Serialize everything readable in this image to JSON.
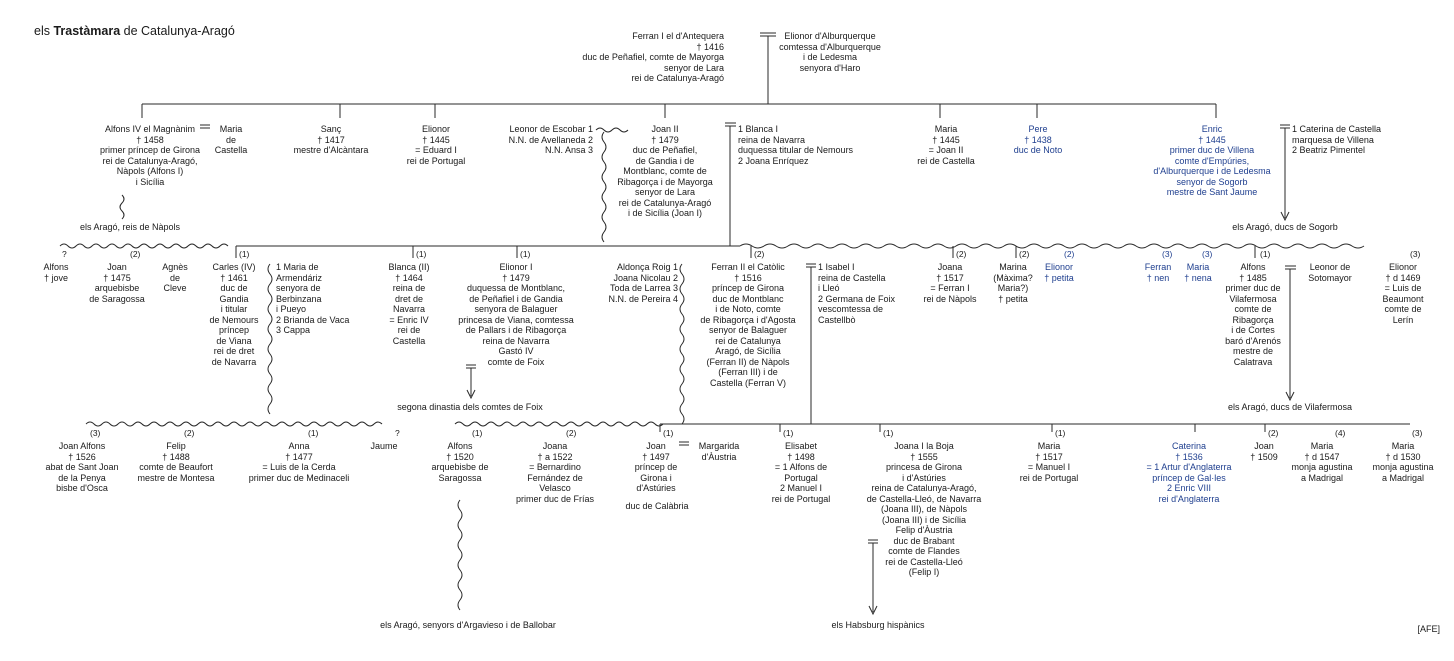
{
  "title": {
    "prefix": "els ",
    "bold": "Trastàmara",
    "suffix": " de Catalunya-Aragó"
  },
  "credit": "[AFE]",
  "gen1": {
    "ferran": "Ferran I el d'Antequera\n† 1416\nduc de Peñafiel, comte de Mayorga\nsenyor de Lara\nrei de Catalunya-Aragó",
    "elionor": "Elionor d'Alburquerque\ncomtessa d'Alburquerque\ni de Ledesma\nsenyora d'Haro"
  },
  "gen2": {
    "alfons": "Alfons IV el Magnànim\n† 1458\nprimer príncep de Girona\nrei de Catalunya-Aragó,\nNàpols (Alfons I)\ni Sicília",
    "maria_castella": "Maria\nde\nCastella",
    "sanc": "Sanç\n† 1417\nmestre d'Alcàntara",
    "elionor": "Elionor\n† 1445\n= Eduard I\nrei de Portugal",
    "leonor_escobar": "Leonor de Escobar 1\nN.N. de Avellaneda 2\nN.N. Ansa 3",
    "joan": "Joan II\n† 1479\nduc de Peñafiel,\nde Gandia i de\nMontblanc, comte de\nRibagorça i de Mayorga\nsenyor de Lara\nrei de Catalunya-Aragó\ni de Sicília (Joan I)",
    "blanca_joan": "1 Blanca I\nreina de Navarra\nduquessa titular de Nemours\n2 Joana Enríquez",
    "maria": "Maria\n† 1445\n= Joan II\nrei de Castella",
    "pere": "Pere\n† 1438\nduc de Noto",
    "enric": "Enric\n† 1445\nprimer duc de Villena\ncomte d'Empúries,\nd'Alburquerque i de Ledesma\nsenyor de Sogorb\nmestre de Sant Jaume",
    "enric_spouses": "1 Caterina de Castella\nmarquesa de Villena\n2 Beatriz Pimentel",
    "arago_napols": "els Aragó, reis de Nàpols",
    "arago_sogorb": "els Aragó, ducs de Sogorb"
  },
  "gen3": {
    "alfons_jove": "Alfons\n† jove",
    "joan_1475": "Joan\n† 1475\narquebisbe\nde Saragossa",
    "agnes": "Agnès\nde\nCleve",
    "carles": "Carles (IV)\n† 1461\nduc de\nGandia\ni titular\nde Nemours\npríncep\nde Viana\nrei de dret\nde Navarra",
    "carles_partners": "1 Maria de\nArmendáriz\nsenyora de\nBerbinzana\ni Pueyo\n2 Brianda de Vaca\n3 Cappa",
    "blanca": "Blanca (II)\n† 1464\nreina de\ndret de\nNavarra\n= Enric IV\nrei de\nCastella",
    "elionor_i": "Elionor I\n† 1479\nduquessa de Montblanc,\nde Peñafiel i de Gandia\nsenyora de Balaguer\nprincesa de Viana, comtessa\nde Pallars i de Ribagorça\nreina de Navarra\nGastó IV\ncomte de Foix",
    "foix_line": "segona dinastia dels comtes de Foix",
    "aldonca": "Aldonça Roig 1\nJoana Nicolau 2\nToda de Larrea 3\nN.N. de Pereira 4",
    "ferran_ii": "Ferran II el Catòlic\n† 1516\npríncep de Girona\nduc de Montblanc\ni de Noto, comte\nde Ribagorça i d'Agosta\nsenyor de Balaguer\nrei de Catalunya\nAragó, de Sicília\n(Ferran II) de Nàpols\n(Ferran III) i de\nCastella (Ferran V)",
    "ferran_spouses": "1 Isabel I\nreina de Castella\ni Lleó\n2 Germana de Foix\nvescomtessa de\nCastellbò",
    "joana_1517": "Joana\n† 1517\n= Ferran I\nrei de Nàpols",
    "marina": "Marina\n(Màxima?\nMaria?)\n† petita",
    "elionor_petita": "Elionor\n† petita",
    "ferran_nen": "Ferran\n† nen",
    "maria_nena": "Maria\n† nena",
    "alfons_1485": "Alfons\n† 1485\nprimer duc de\nVilafermosa\ncomte de\nRibagorça\ni de Cortes\nbaró d'Arenós\nmestre de\nCalatrava",
    "leonor_sotomayor": "Leonor de\nSotomayor",
    "elionor_1469": "Elionor\n† d 1469\n= Luis de\nBeaumont\ncomte de\nLerín",
    "arago_vilafermosa": "els Aragó, ducs de Vilafermosa"
  },
  "gen4": {
    "joan_alfons": "Joan Alfons\n† 1526\nabat de Sant Joan\nde la Penya\nbisbe d'Osca",
    "felip": "Felip\n† 1488\ncomte de Beaufort\nmestre de Montesa",
    "anna": "Anna\n† 1477\n= Luis de la Cerda\nprimer duc de Medinaceli",
    "jaume": "Jaume",
    "alfons_1520": "Alfons\n† 1520\narquebisbe de\nSaragossa",
    "joana_1522": "Joana\n† a 1522\n= Bernardino\nFernández de\nVelasco\nprimer duc de Frías",
    "joan_1497": "Joan\n† 1497\npríncep de\nGirona i\nd'Astúries",
    "margarida": "Margarida\nd'Àustria",
    "duc_calabria": "duc de Calàbria",
    "elisabet": "Elisabet\n† 1498\n= 1 Alfons de\nPortugal\n2 Manuel I\nrei de Portugal",
    "joana_boja": "Joana I la Boja\n† 1555\nprincesa de Girona\ni d'Astúries\nreina de Catalunya-Aragó,\nde Castella-Lleó, de Navarra\n(Joana III), de Nàpols\n(Joana III) i de Sicília\nFelip d'Àustria\nduc de Brabant\ncomte de Flandes\nrei de Castella-Lleó\n(Felip I)",
    "maria_1517": "Maria\n† 1517\n= Manuel I\nrei de Portugal",
    "caterina": "Caterina\n† 1536\n= 1 Artur d'Anglaterra\npríncep de Gal·les\n2 Enric VIII\nrei d'Anglaterra",
    "joan_1509": "Joan\n† 1509",
    "maria_1547": "Maria\n† d 1547\nmonja agustina\na Madrigal",
    "maria_1530": "Maria\n† d 1530\nmonja agustina\na Madrigal",
    "arago_argavieso": "els Aragó, senyors d'Argavieso i de Ballobar",
    "habsburg": "els Habsburg hispànics"
  },
  "markers": {
    "g3": [
      "?",
      "(2)",
      "(1)",
      "(1)",
      "(1)",
      "(2)",
      "(2)",
      "(2)",
      "(2)",
      "(3)",
      "(3)",
      "(1)",
      "(3)"
    ],
    "g4": [
      "(3)",
      "(2)",
      "(1)",
      "?",
      "(1)",
      "(2)",
      "(1)",
      "(1)",
      "(1)",
      "(1)",
      "(2)",
      "(4)",
      "(3)"
    ]
  },
  "colors": {
    "ink": "#1a1a1a",
    "blue_annotations": "#1f3f8f"
  }
}
